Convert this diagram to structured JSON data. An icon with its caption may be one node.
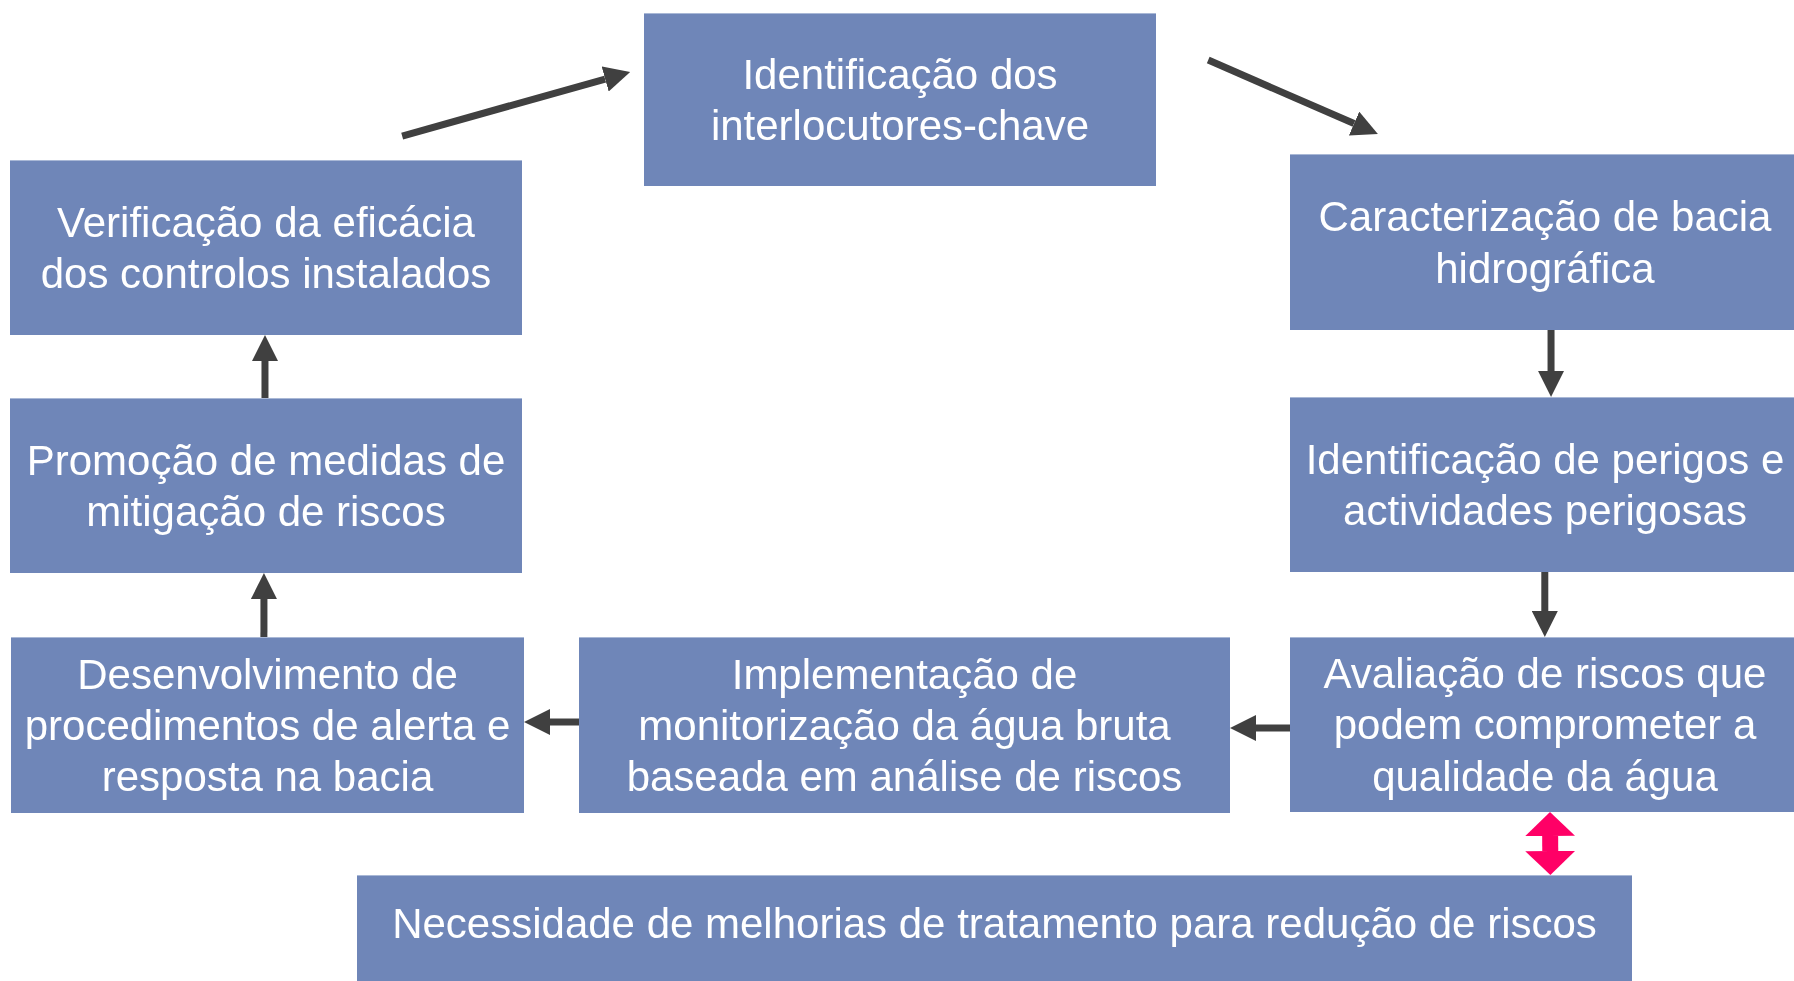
{
  "diagram": {
    "nodes": [
      {
        "text": [
          "Identificação dos interlocutores-chave"
        ]
      },
      {
        "text": [
          "Caracterização de bacia hidrográfica"
        ]
      },
      {
        "text": [
          "Identificação de perigos e actividades perigosas"
        ]
      },
      {
        "text": [
          "Avaliação de riscos que podem comprometer a qualidade da água"
        ]
      },
      {
        "text": [
          "Implementação de monitorização da água bruta baseada em análise de riscos"
        ]
      },
      {
        "text": [
          "Desenvolvimento de procedimentos de alerta e resposta na bacia"
        ]
      },
      {
        "text": [
          "Promoção de medidas de mitigação de riscos"
        ]
      },
      {
        "text": [
          "Verificação da eficácia dos controlos instalados"
        ]
      },
      {
        "text": [
          "Necessidade de melhorias de tratamento para redução de riscos"
        ]
      }
    ],
    "edges": [
      {
        "from": 7,
        "to": 0,
        "arrow": "to"
      },
      {
        "from": 0,
        "to": 1,
        "arrow": "to"
      },
      {
        "from": 1,
        "to": 2,
        "arrow": "to"
      },
      {
        "from": 2,
        "to": 3,
        "arrow": "to"
      },
      {
        "from": 3,
        "to": 4,
        "arrow": "to"
      },
      {
        "from": 4,
        "to": 5,
        "arrow": "to"
      },
      {
        "from": 5,
        "to": 6,
        "arrow": "to"
      },
      {
        "from": 6,
        "to": 7,
        "arrow": "to"
      },
      {
        "from": 3,
        "to": 8,
        "arrow": "both",
        "style": "thick",
        "color": "#ff0066"
      }
    ]
  }
}
